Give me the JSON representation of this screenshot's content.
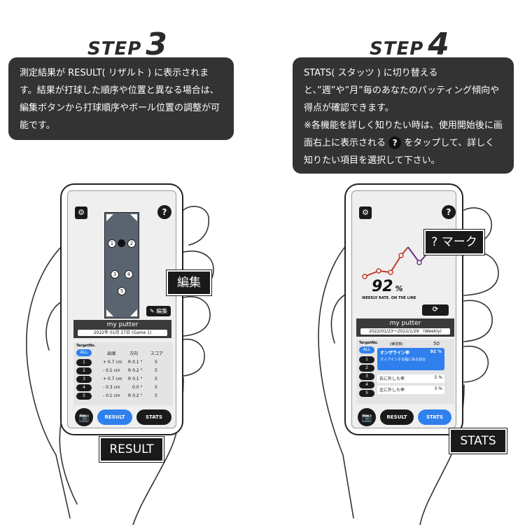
{
  "step3": {
    "word": "STEP",
    "num": "3",
    "note": "測定結果が RESULT( リザルト ) に表示されます。結果が打球した順序や位置と異なる場合は、編集ボタンから打球順序やボール位置の調整が可能です。",
    "callout_edit": "編集",
    "callout_result": "RESULT",
    "screen": {
      "edit_label": "✎ 編集",
      "putter_name": "my putter",
      "date_line": "2022年 01月 27日 (Game 1)",
      "target_label": "TargetNo.",
      "all_label": "ALL",
      "col_headers": [
        "出頭",
        "方向",
        "スコア"
      ],
      "rows": [
        {
          "n": "1",
          "dist": "+ 0.7 cm",
          "dir": "R 0.1 °",
          "score": "5"
        },
        {
          "n": "2",
          "dist": "- 0.1 cm",
          "dir": "R 0.2 °",
          "score": "5"
        },
        {
          "n": "3",
          "dist": "+ 0.7 cm",
          "dir": "R 0.1 °",
          "score": "5"
        },
        {
          "n": "4",
          "dist": "- 0.3 cm",
          "dir": "0.0 °",
          "score": "5"
        },
        {
          "n": "5",
          "dist": "- 0.1 cm",
          "dir": "R 0.2 °",
          "score": "5"
        }
      ],
      "result_btn": "RESULT",
      "stats_btn": "STATS",
      "help_glyph": "?",
      "gear_glyph": "⚙",
      "camera_glyph": "📷",
      "dot_labels": [
        "1",
        "2",
        "3",
        "4",
        "5"
      ]
    }
  },
  "step4": {
    "word": "STEP",
    "num": "4",
    "note_p1": "STATS( スタッツ ) に切り替えると、”週”や”月”毎のあなたのパッティング傾向や得点が確認できます。",
    "note_p2_a": "※各機能を詳しく知りたい時は、使用開始後に画面右上に表示される",
    "note_p2_q": "?",
    "note_p2_b": "をタップして、詳しく知りたい項目を選択して下さい。",
    "callout_qmark": "? マーク",
    "callout_stats": "STATS",
    "screen": {
      "percent": "92",
      "percent_unit": "%",
      "weekly_label": "WEEKLY RATE. ON THE LINE",
      "putter_name": "my putter",
      "date_range": "2022/01/23〜2022/1/29　(Weekly)",
      "target_label": "TargetNo.",
      "recorded_label": "(練習数)",
      "recorded_value": "50",
      "all_label": "ALL",
      "on_line_label": "オンザライン率",
      "on_line_value": "92",
      "on_line_unit": "%",
      "on_line_sub": "カップインする幅にある割合",
      "right_miss_label": "右に外した率",
      "right_miss_value": "5",
      "left_miss_label": "左に外した率",
      "left_miss_value": "3",
      "result_btn": "RESULT",
      "stats_btn": "STATS",
      "help_glyph": "?",
      "gear_glyph": "⚙",
      "camera_glyph": "📷",
      "refresh_glyph": "⟳",
      "pill_labels": [
        "1",
        "2",
        "3",
        "4",
        "5"
      ],
      "percent_sign": "%"
    }
  },
  "colors": {
    "accent_blue": "#2f80ed",
    "note_bg": "#333333",
    "line_red": "#c0392b",
    "line_purple": "#6c3483"
  }
}
